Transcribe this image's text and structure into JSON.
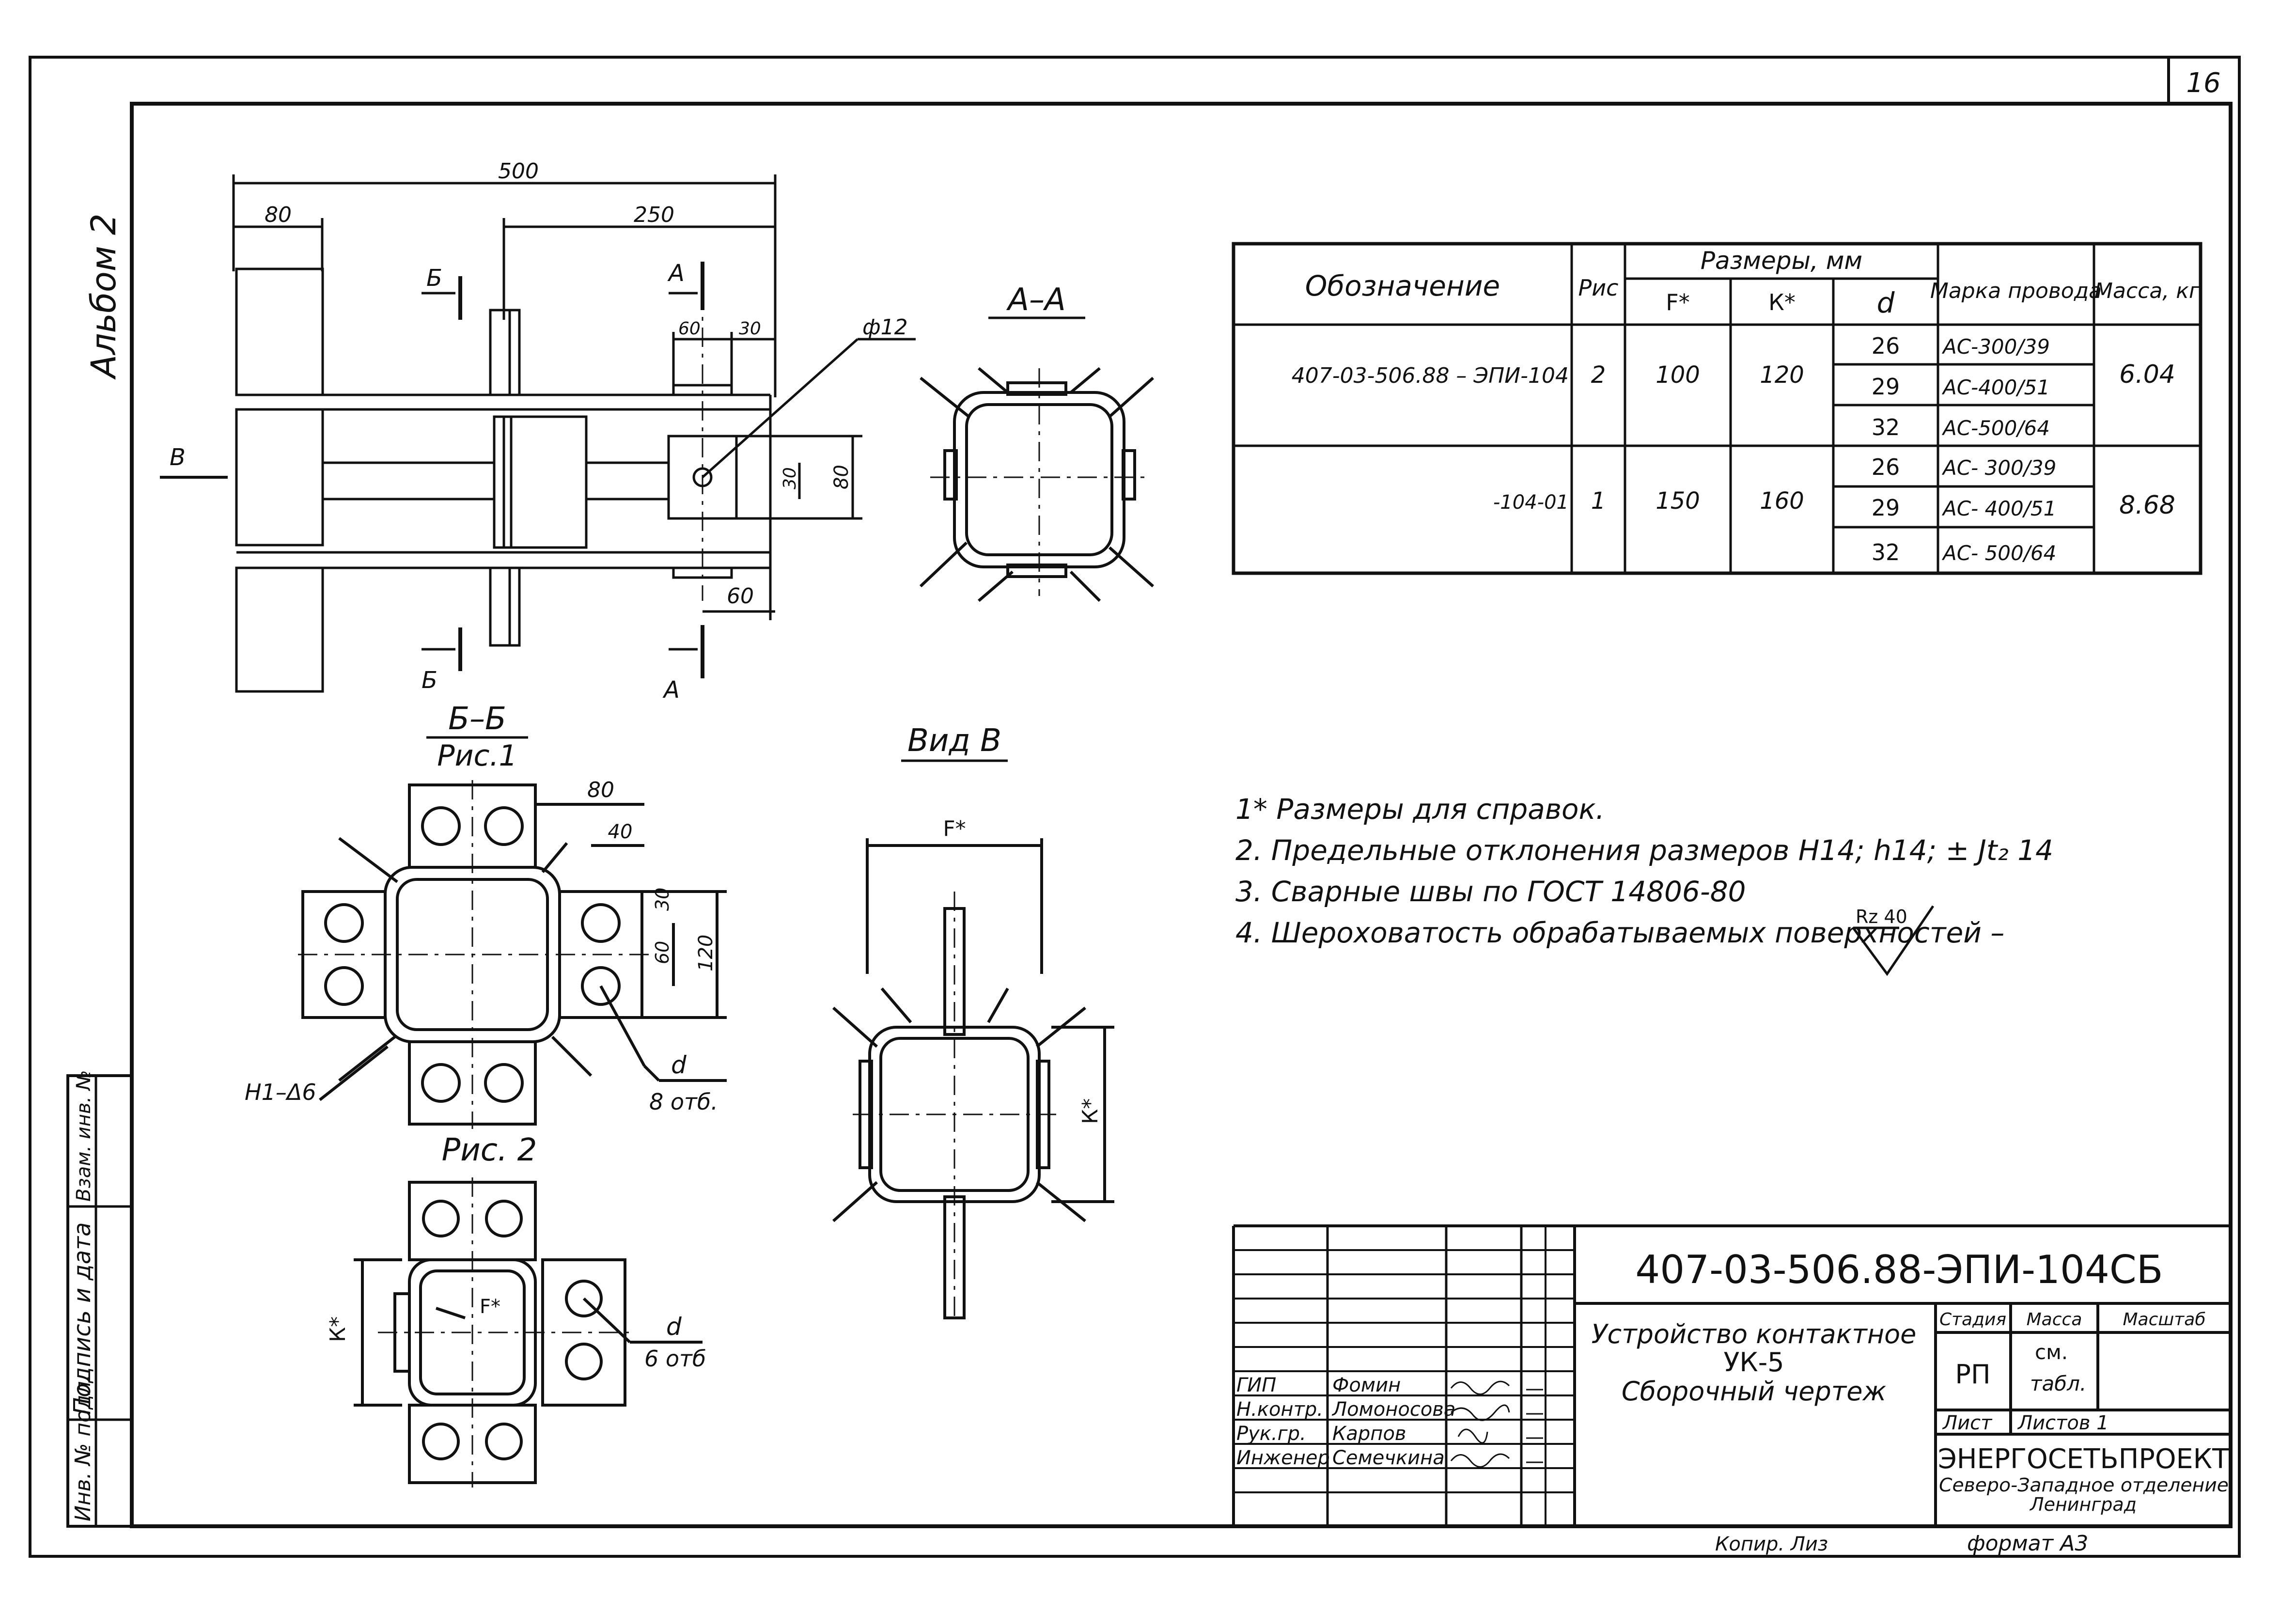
{
  "sheet": {
    "number": "16",
    "album": "Альбом 2",
    "format_label": "формат А3",
    "copied_label": "Копир. Лиз"
  },
  "side_stamp": {
    "inv_no": "Инв. № подл.",
    "sign_date": "Подпись и дата",
    "replace_inv": "Взам. инв. №"
  },
  "plan_view": {
    "dim_total": "500",
    "dim_left": "80",
    "dim_right": "250",
    "dim_60_top": "60",
    "dim_30_top": "30",
    "dim_30_side": "30",
    "dim_80_side": "80",
    "dim_60_bottom": "60",
    "hole": "ф12",
    "view_arrow": "В",
    "cut_a": "А",
    "cut_b": "Б"
  },
  "section_aa": {
    "title": "А–А"
  },
  "section_bb": {
    "title": "Б–Б",
    "subtitle": "Рис.1",
    "dim_80": "80",
    "dim_40": "40",
    "dim_30": "30",
    "dim_60": "60",
    "dim_120": "120",
    "weld": "Н1–Δ6",
    "d_label": "d",
    "holes": "8 отб."
  },
  "fig2": {
    "title": "Рис. 2",
    "k_label": "К*",
    "f_label": "F*",
    "d_label": "d",
    "holes": "6 отб"
  },
  "view_v": {
    "title": "Вид В",
    "f_label": "F*",
    "k_label": "К*"
  },
  "spec_table": {
    "headers": {
      "designation": "Обозначение",
      "fig": "Рис",
      "sizes": "Размеры, мм",
      "f": "F*",
      "k": "К*",
      "d": "d",
      "wire": "Марка провода",
      "mass": "Масса, кг"
    },
    "groups": [
      {
        "designation": "407-03-506.88 – ЭПИ-104",
        "fig": "2",
        "f": "100",
        "k": "120",
        "mass": "6.04",
        "rows": [
          {
            "d": "26",
            "wire": "АС-300/39"
          },
          {
            "d": "29",
            "wire": "АС-400/51"
          },
          {
            "d": "32",
            "wire": "АС-500/64"
          }
        ]
      },
      {
        "designation": "-104-01",
        "fig": "1",
        "f": "150",
        "k": "160",
        "mass": "8.68",
        "rows": [
          {
            "d": "26",
            "wire": "АС- 300/39"
          },
          {
            "d": "29",
            "wire": "АС- 400/51"
          },
          {
            "d": "32",
            "wire": "АС- 500/64"
          }
        ]
      }
    ]
  },
  "notes": [
    "1* Размеры для справок.",
    "2. Предельные отклонения размеров H14; h14; ± Jt₂ 14",
    "3. Сварные швы по ГОСТ 14806-80",
    "4. Шероховатость обрабатываемых поверхностей –",
    "Rz 40"
  ],
  "title_block": {
    "code": "407-03-506.88-ЭПИ-104СБ",
    "name_line1": "Устройство контактное",
    "name_line2": "УК-5",
    "name_line3": "Сборочный чертеж",
    "stage_label": "Стадия",
    "mass_label": "Масса",
    "scale_label": "Масштаб",
    "stage_value": "РП",
    "mass_value_1": "см.",
    "mass_value_2": "табл.",
    "sheet_label": "Лист",
    "sheets_label": "Листов 1",
    "org_name": "ЭНЕРГОСЕТЬПРОЕКТ",
    "org_branch": "Северо-Западное отделение",
    "org_city": "Ленинград",
    "staff": [
      {
        "role": "ГИП",
        "name": "Фомин"
      },
      {
        "role": "Н.контр.",
        "name": "Ломоносова"
      },
      {
        "role": "Рук.гр.",
        "name": "Карпов"
      },
      {
        "role": "Инженер",
        "name": "Семечкина"
      }
    ]
  }
}
